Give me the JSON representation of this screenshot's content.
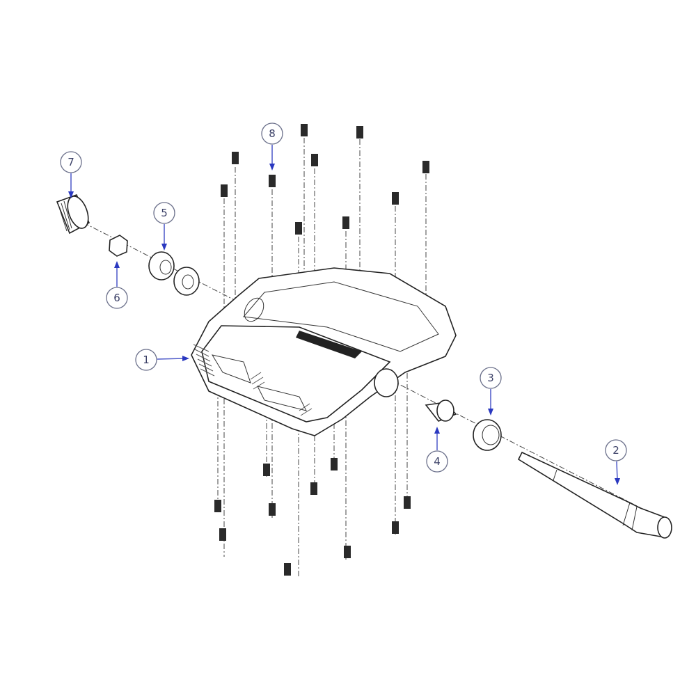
{
  "diagram": {
    "subject": "exploded-view-pedal",
    "callouts": [
      {
        "label": "1",
        "part": "pedal-body"
      },
      {
        "label": "2",
        "part": "spindle"
      },
      {
        "label": "3",
        "part": "seal-ring"
      },
      {
        "label": "4",
        "part": "bushing"
      },
      {
        "label": "5",
        "part": "bearings"
      },
      {
        "label": "6",
        "part": "nut"
      },
      {
        "label": "7",
        "part": "end-cap"
      },
      {
        "label": "8",
        "part": "pin"
      }
    ],
    "colors": {
      "callout_ring": "#6a6f8a",
      "callout_text": "#3a3f66",
      "arrow": "#2a38c0",
      "line": "#222222"
    }
  }
}
